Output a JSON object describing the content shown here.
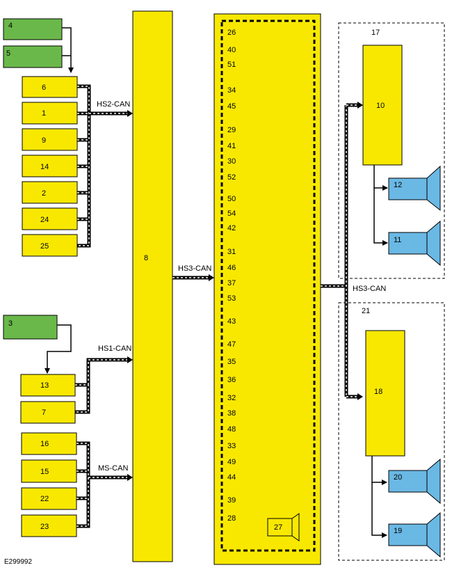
{
  "figure_id": "E299992",
  "bus_labels": {
    "hs2": "HS2-CAN",
    "hs1": "HS1-CAN",
    "ms": "MS-CAN",
    "hs3_left": "HS3-CAN",
    "hs3_right": "HS3-CAN"
  },
  "modules": {
    "m4": "4",
    "m5": "5",
    "m3": "3",
    "m6": "6",
    "m1": "1",
    "m9": "9",
    "m14": "14",
    "m2": "2",
    "m24": "24",
    "m25": "25",
    "m13": "13",
    "m7": "7",
    "m16": "16",
    "m15": "15",
    "m22": "22",
    "m23": "23",
    "m8": "8",
    "m10": "10",
    "m12": "12",
    "m11": "11",
    "m18": "18",
    "m20": "20",
    "m19": "19",
    "m27": "27"
  },
  "groups": {
    "g17": "17",
    "g21": "21"
  },
  "inner_list": [
    "26",
    "40",
    "51",
    "34",
    "45",
    "29",
    "41",
    "30",
    "52",
    "50",
    "54",
    "42",
    "31",
    "46",
    "37",
    "53",
    "43",
    "47",
    "35",
    "36",
    "32",
    "38",
    "48",
    "33",
    "49",
    "44",
    "39",
    "28"
  ],
  "colors": {
    "yellow": "#f8e800",
    "green": "#6ab84a",
    "blue": "#6ab8e4"
  }
}
